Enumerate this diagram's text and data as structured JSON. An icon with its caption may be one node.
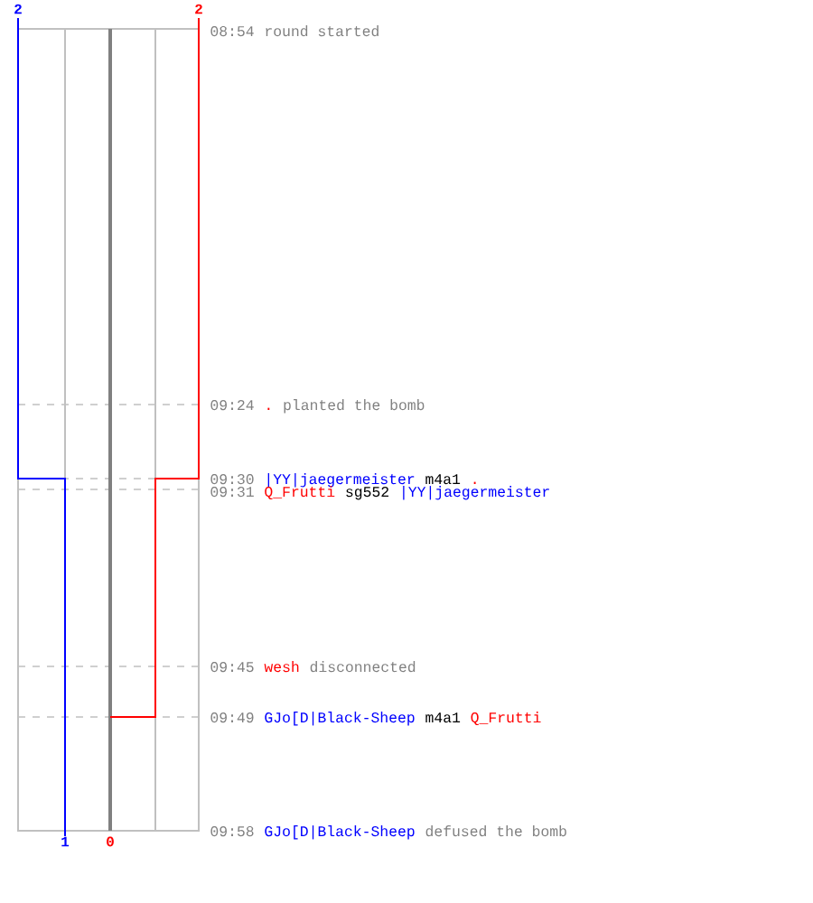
{
  "diagram": {
    "labels": [
      "2",
      "2",
      "08:54",
      "round started",
      "09:24",
      ".",
      "planted the bomb",
      "09:30",
      "|YY|jaegermeister",
      "m4a1",
      ".",
      "09:31",
      "Q_Frutti",
      "sg552",
      "|YY|jaegermeister",
      "09:45",
      "wesh",
      "disconnected",
      "09:49",
      "GJo[D|Black-Sheep",
      "m4a1",
      "Q_Frutti",
      "09:58",
      "GJo[D|Black-Sheep",
      "defused the bomb",
      "1",
      "0"
    ]
  }
}
